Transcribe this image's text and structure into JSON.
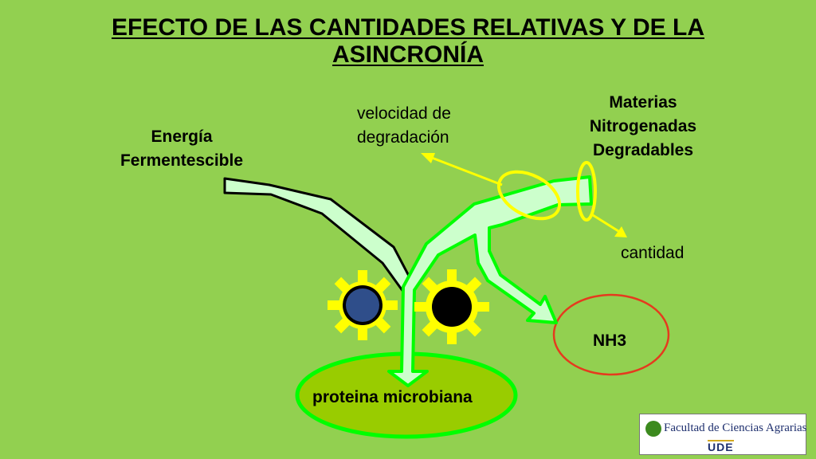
{
  "slide": {
    "title_line1": "EFECTO DE LAS CANTIDADES RELATIVAS Y  DE LA",
    "title_line2": "ASINCRONÍA"
  },
  "labels": {
    "energia": [
      "Energía",
      "Fermentescible"
    ],
    "velocidad": [
      "velocidad de",
      "degradación"
    ],
    "materias": [
      "Materias",
      "Nitrogenadas",
      "Degradables"
    ],
    "cantidad": "cantidad",
    "nh3": "NH3",
    "proteina": "proteina microbiana"
  },
  "logo": {
    "facultad": "Facultad de Ciencias Agrarias",
    "ude": "UDE"
  },
  "colors": {
    "background": "#92d050",
    "arrow_fill": "#ccffcc",
    "arrow_green_outline": "#00ff00",
    "highlight_yellow": "#ffff00",
    "nh3_outline": "#e53a1e",
    "pool_fill": "#99cc00",
    "microbe_blue": "#2f4e8a",
    "microbe_black": "#000000"
  },
  "icons": [
    "gear-microbe-blue-icon",
    "gear-microbe-black-icon",
    "leaf-logo-icon"
  ]
}
